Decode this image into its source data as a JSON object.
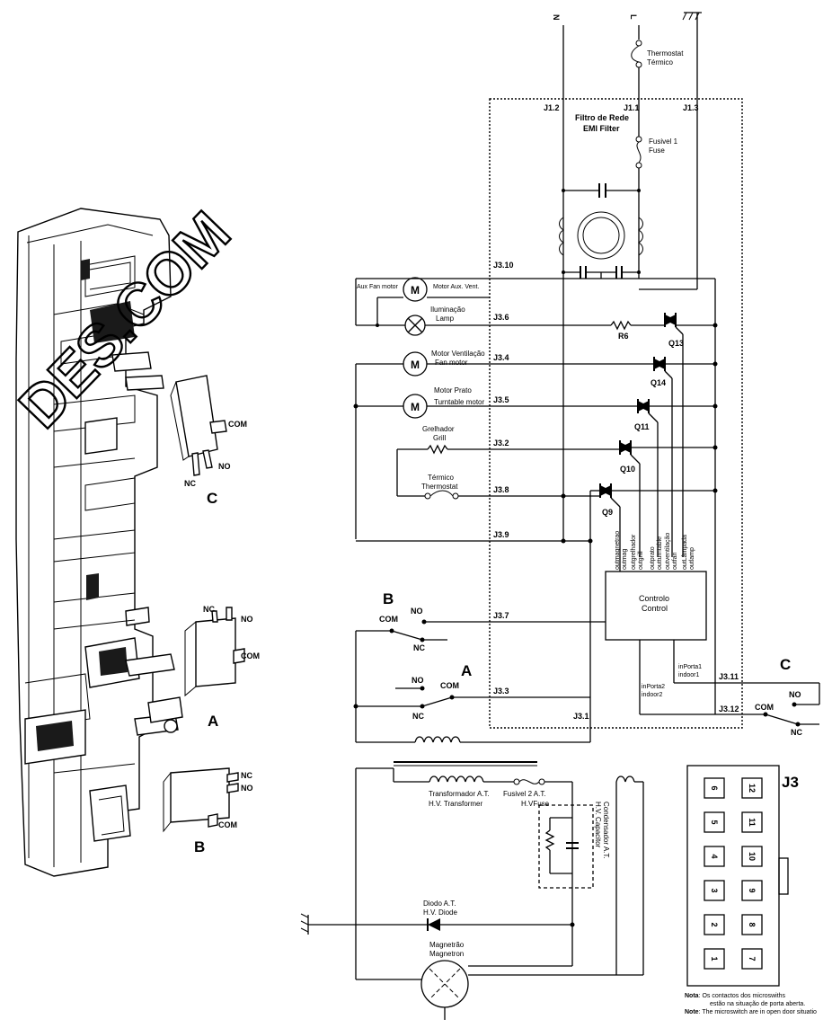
{
  "supply": {
    "n": "N",
    "l": "L"
  },
  "thermostat": {
    "pt": "Thermostat",
    "en": "Térmico"
  },
  "connectors": {
    "j1_2": "J1.2",
    "j1_1": "J1.1",
    "j1_3": "J1.3",
    "j3_10": "J3.10",
    "j3_6": "J3.6",
    "j3_4": "J3.4",
    "j3_5": "J3.5",
    "j3_2": "J3.2",
    "j3_8": "J3.8",
    "j3_9": "J3.9",
    "j3_7": "J3.7",
    "j3_3": "J3.3",
    "j3_1": "J3.1",
    "j3_11": "J3.11",
    "j3_12": "J3.12"
  },
  "emi_filter": {
    "pt": "Filtro de Rede",
    "en": "EMI Filter"
  },
  "fuse1": {
    "pt": "Fusivel 1",
    "en": "Fuse"
  },
  "loads": {
    "aux_fan_en": "Aux Fan motor",
    "aux_fan_pt": "Motor Aux. Vent.",
    "lamp_pt": "Iluminação",
    "lamp_en": "Lamp",
    "fan_pt": "Motor Ventilação",
    "fan_en": "Fan motor",
    "turntable_pt": "Motor Prato",
    "turntable_en": "Turntable motor",
    "grill_pt": "Grelhador",
    "grill_en": "Grill",
    "thermo_pt": "Térmico",
    "thermo_en": "Thermostat",
    "motor_symbol": "M"
  },
  "components": {
    "r6": "R6",
    "q13": "Q13",
    "q14": "Q14",
    "q11": "Q11",
    "q10": "Q10",
    "q9": "Q9"
  },
  "control_outputs": [
    "outmagnetrao",
    "outmag",
    "outgrelhador",
    "outgrill",
    "outprato",
    "outturntable",
    "outventilação",
    "outfan",
    "outLâmpada",
    "outlamp"
  ],
  "control": {
    "pt": "Controlo",
    "en": "Control"
  },
  "inputs": {
    "door1_pt": "inPorta1",
    "door1_en": "indoor1",
    "door2_pt": "inPorta2",
    "door2_en": "indoor2"
  },
  "switch_labels": {
    "a": "A",
    "b": "B",
    "c": "C",
    "com": "COM",
    "no": "NO",
    "nc": "NC"
  },
  "hv": {
    "transformer_pt": "Transformador A.T.",
    "transformer_en": "H.V. Transformer",
    "fuse2_pt": "Fusivel 2 A.T.",
    "fuse2_en": "H.VFuse",
    "capacitor_pt": "Condensador A.T.",
    "capacitor_en": "H.V. Capacitor",
    "diode_pt": "Diodo A.T.",
    "diode_en": "H.V. Diode",
    "magnetron_pt": "Magnetrão",
    "magnetron_en": "Magnetron"
  },
  "j3_connector": {
    "title": "J3",
    "left_pins": [
      "6",
      "5",
      "4",
      "3",
      "2",
      "1"
    ],
    "right_pins": [
      "12",
      "11",
      "10",
      "9",
      "8",
      "7"
    ]
  },
  "note": {
    "label_pt": "Nota",
    "text_pt_1": ": Os contactos dos microswiths",
    "text_pt_2": "estão na situação de porta aberta.",
    "label_en": "Note",
    "text_en": ": The microswitch are in open door situatio"
  },
  "watermark": "DES.COM"
}
